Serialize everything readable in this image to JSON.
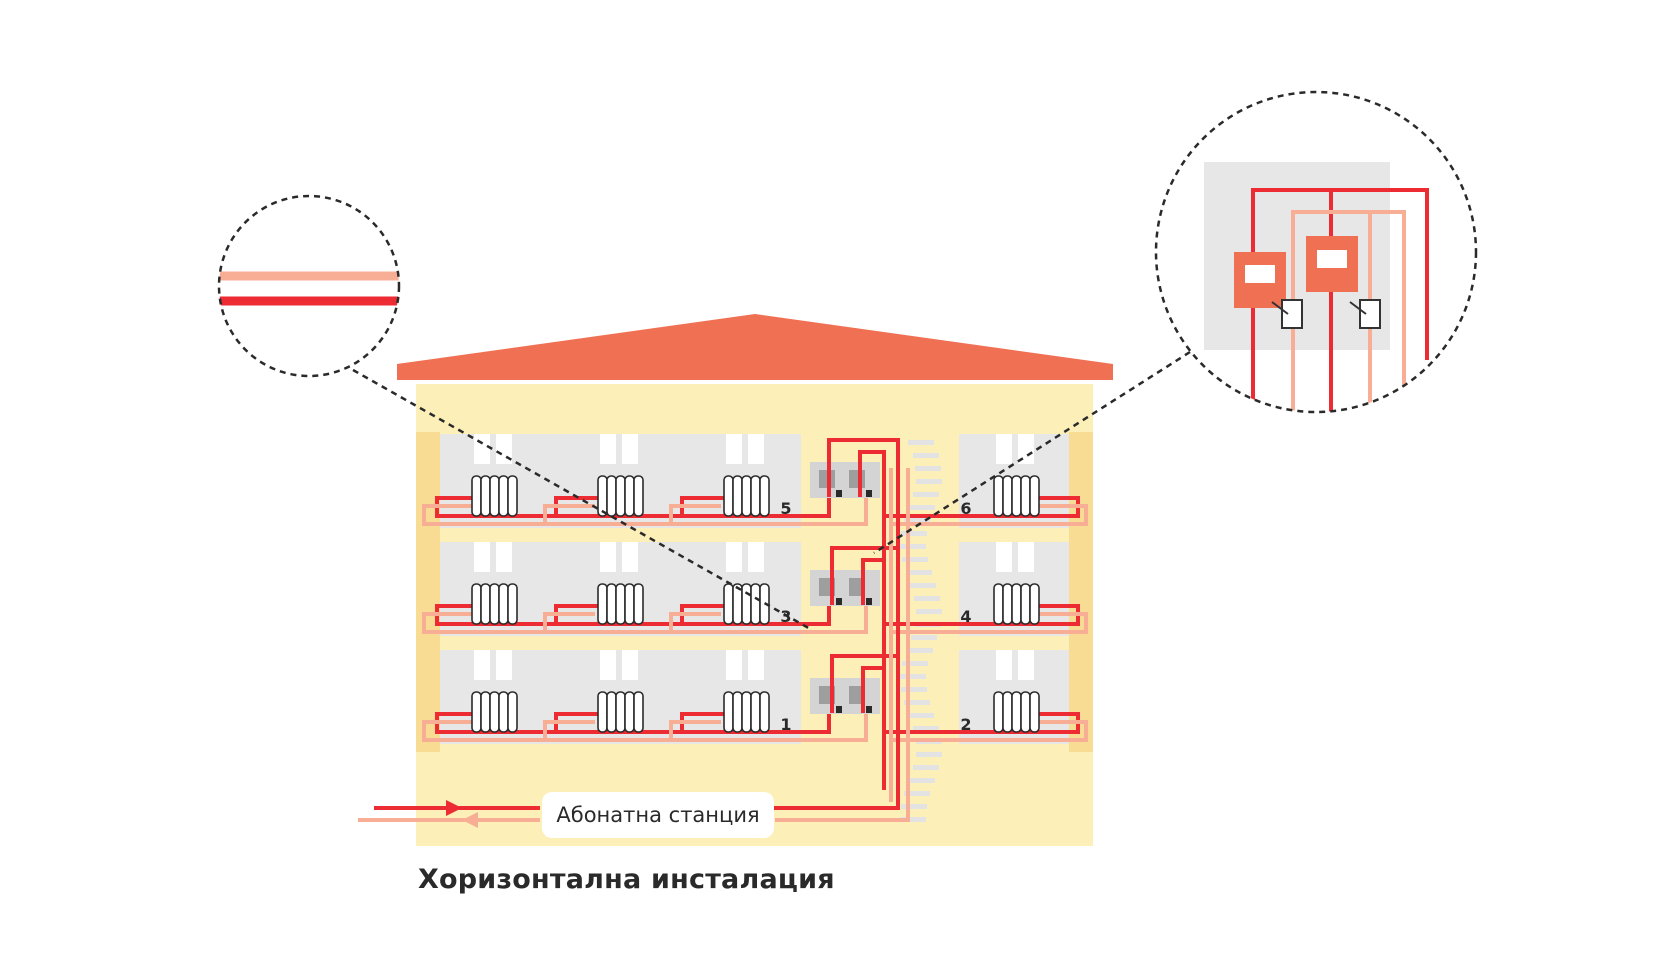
{
  "caption": "Хоризонтална инсталация",
  "station_label": "Абонатна станция",
  "floors": [
    {
      "level": "top",
      "units": [
        "5",
        "6"
      ]
    },
    {
      "level": "middle",
      "units": [
        "3",
        "4"
      ]
    },
    {
      "level": "bottom",
      "units": [
        "1",
        "2"
      ]
    }
  ],
  "colors": {
    "roof": "#F07053",
    "facade": "#FCEFB8",
    "facade_side": "#F9DC94",
    "room": "#E7E7E7",
    "supply_pipe": "#EC2B33",
    "return_pipe": "#F8AE94",
    "meter": "#F07053",
    "text": "#2a2a2a"
  },
  "icons": {
    "radiator": "radiator-icon",
    "meter": "heat-meter-icon",
    "magnifier": "magnifier-circle"
  }
}
